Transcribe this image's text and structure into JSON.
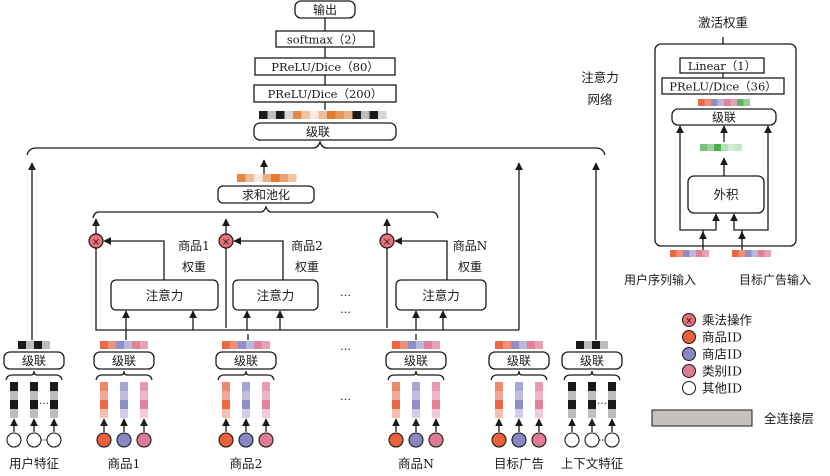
{
  "colors": {
    "item_id": "#e8603c",
    "shop_id": "#8a88c4",
    "cate_id": "#e07a95",
    "other_id": "#ffffff",
    "multiply": "#e8707a",
    "fc_layer": "#c6c0bf",
    "pool_orange": "#e07b30",
    "outer_product_green": "#4cae4c",
    "dark": "#1a1a1a",
    "gray": "#bdbdbd"
  },
  "top_stack": {
    "output": "输出",
    "softmax": "softmax（2）",
    "fc1": "PReLU/Dice（80）",
    "fc2": "PReLU/Dice（200）",
    "concat": "级联"
  },
  "sum_pooling": "求和池化",
  "attention_label": "注意力",
  "weights": [
    {
      "line1": "商品1",
      "line2": "权重"
    },
    {
      "line1": "商品2",
      "line2": "权重"
    },
    {
      "line1": "商品N",
      "line2": "权重"
    }
  ],
  "ellipsis": "…",
  "groups": [
    {
      "concat": "级联",
      "label": "用户特征",
      "kind": "other"
    },
    {
      "concat": "级联",
      "label": "商品1",
      "kind": "item"
    },
    {
      "concat": "级联",
      "label": "商品2",
      "kind": "item"
    },
    {
      "concat": "级联",
      "label": "商品N",
      "kind": "item"
    },
    {
      "concat": "级联",
      "label": "目标广告",
      "kind": "item"
    },
    {
      "concat": "级联",
      "label": "上下文特征",
      "kind": "other"
    }
  ],
  "attention_net": {
    "title": "注意力\n网络",
    "title_line1": "注意力",
    "title_line2": "网络",
    "output": "激活权重",
    "linear": "Linear（1）",
    "fc": "PReLU/Dice（36）",
    "concat": "级联",
    "outer_product": "外积",
    "input_user": "用户序列输入",
    "input_ad": "目标广告输入"
  },
  "legend": [
    {
      "name": "multiply",
      "label": "乘法操作"
    },
    {
      "name": "item-id",
      "label": "商品ID"
    },
    {
      "name": "shop-id",
      "label": "商店ID"
    },
    {
      "name": "cate-id",
      "label": "类别ID"
    },
    {
      "name": "other-id",
      "label": "其他ID"
    }
  ],
  "legend_fc": "全连接层"
}
